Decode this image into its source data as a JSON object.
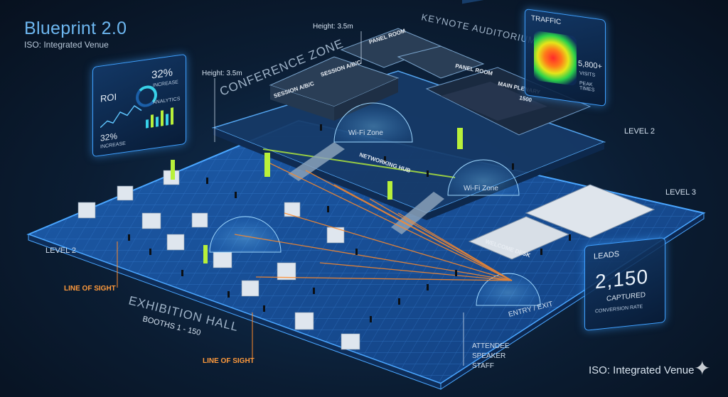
{
  "header": {
    "title": "Blueprint 2.0",
    "subtitle": "ISO: Integrated Venue"
  },
  "footer": {
    "caption": "ISO: Integrated Venue"
  },
  "zones": {
    "conference": "CONFERENCE ZONE",
    "keynote": "KEYNOTE AUDITORIUM",
    "exhibition": "EXHIBITION HALL",
    "booths": "BOOTHS 1 - 150",
    "networking": "NETWORKING HUB",
    "main_plenary": "MAIN PLENARY",
    "main_plenary_cap": "1500",
    "panel_room_1": "PANEL ROOM",
    "panel_room_2": "PANEL ROOM",
    "session_abc_1": "SESSION A/B/C",
    "session_abc_2": "SESSION A/B/C",
    "welcome_desk": "WELCOME DESK",
    "entry_exit": "ENTRY / EXIT",
    "wifi_1": "Wi-Fi Zone",
    "wifi_2": "Wi-Fi Zone",
    "level_2_right": "LEVEL 2",
    "level_2_left": "LEVEL 2",
    "level_3": "LEVEL 3",
    "height_1": "Height: 3.5m",
    "height_2": "Height: 3.5m",
    "line_of_sight_1": "LINE OF SIGHT",
    "line_of_sight_2": "LINE OF SIGHT"
  },
  "legend": [
    "ATTENDEE",
    "SPEAKER",
    "STAFF"
  ],
  "panels": {
    "roi": {
      "label": "ROI",
      "pct1": "32%",
      "cap1": "INCREASE",
      "cap2": "ANALYTICS",
      "pct2": "32%",
      "cap3": "INCREASE"
    },
    "traffic": {
      "label": "TRAFFIC",
      "value": "5,800+",
      "cap1": "VISITS",
      "cap2": "PEAK TIMES"
    },
    "leads": {
      "label": "LEADS",
      "value": "2,150",
      "cap1": "CAPTURED",
      "cap2": "CONVERSION RATE"
    }
  },
  "colors": {
    "accent": "#3fa0ff",
    "floor": "#1f5fae",
    "neon": "#b8f03a",
    "sightline": "#ff8a2a"
  }
}
